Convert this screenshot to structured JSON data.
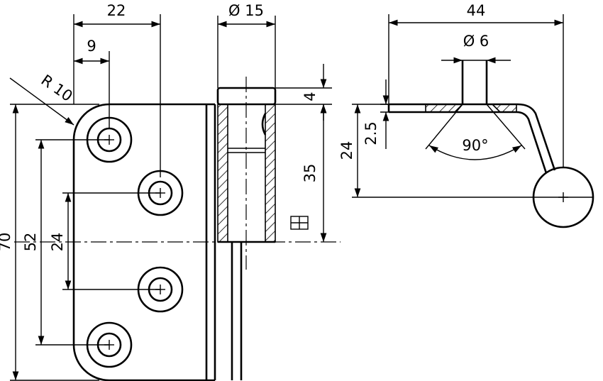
{
  "dimensions": {
    "top_22": "22",
    "top_9": "9",
    "dia_15": "Ø 15",
    "radius_10": "R 10",
    "left_70": "70",
    "left_52": "52",
    "left_24": "24",
    "right_4": "4",
    "right_35": "35",
    "side_44": "44",
    "side_dia_6": "Ø 6",
    "side_2_5": "2.5",
    "side_24": "24",
    "side_angle": "90°"
  },
  "symbols": {
    "surface_mark": "surface-finish-symbol"
  }
}
